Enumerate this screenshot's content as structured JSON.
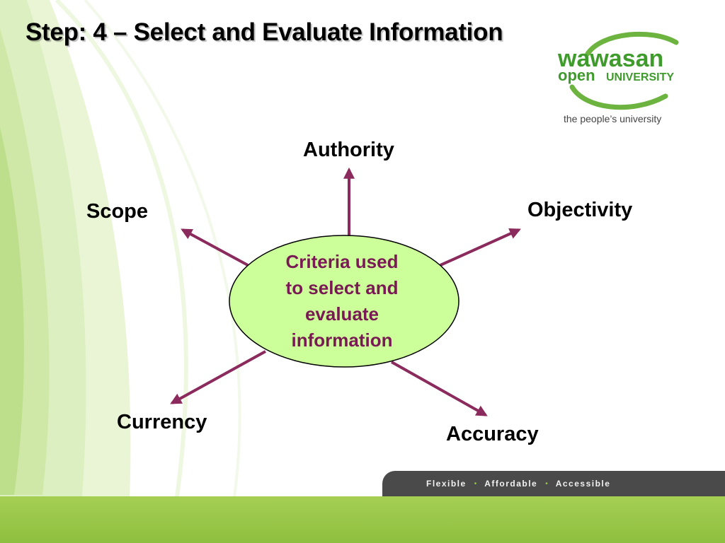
{
  "slide": {
    "title": "Step: 4 – Select and Evaluate Information"
  },
  "logo": {
    "line1": "wawasan",
    "line2a": "open",
    "line2b": "UNIVERSITY",
    "tagline": "the people’s university"
  },
  "diagram": {
    "center": [
      "Criteria used",
      "to select and",
      "evaluate",
      "information"
    ],
    "criteria": {
      "authority": "Authority",
      "scope": "Scope",
      "objectivity": "Objectivity",
      "currency": "Currency",
      "accuracy": "Accuracy"
    }
  },
  "footer": {
    "slogan": [
      "Flexible",
      "Affordable",
      "Accessible"
    ]
  },
  "colors": {
    "arrow": "#8b2a5c",
    "ellipse_fill": "#ccff99",
    "center_text": "#7a1a55",
    "brand_green": "#5aa02c",
    "footer_green": "#a4cf53",
    "slogan_bar": "#4a4a4a"
  }
}
